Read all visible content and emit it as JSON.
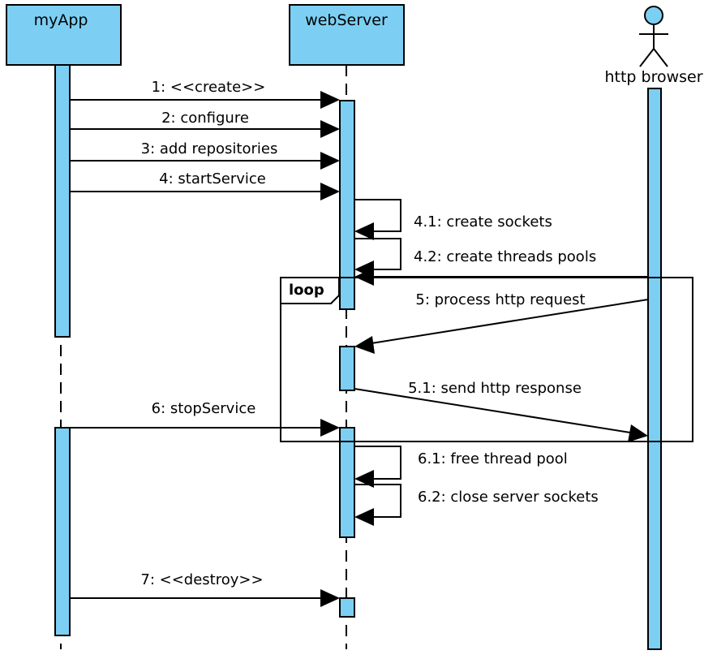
{
  "participants": {
    "myapp": "myApp",
    "webserver": "webServer",
    "browser": "http browser"
  },
  "messages": [
    {
      "id": "m1",
      "label": "1: <<create>>"
    },
    {
      "id": "m2",
      "label": "2: configure"
    },
    {
      "id": "m3",
      "label": "3: add repositories"
    },
    {
      "id": "m4",
      "label": "4: startService"
    },
    {
      "id": "m41",
      "label": "4.1: create sockets"
    },
    {
      "id": "m42",
      "label": "4.2: create threads pools"
    },
    {
      "id": "m5",
      "label": "5: process http request"
    },
    {
      "id": "m51",
      "label": "5.1: send http response"
    },
    {
      "id": "m6",
      "label": "6: stopService"
    },
    {
      "id": "m61",
      "label": "6.1: free thread pool"
    },
    {
      "id": "m62",
      "label": "6.2: close server sockets"
    },
    {
      "id": "m7",
      "label": "7: <<destroy>>"
    }
  ],
  "fragment": {
    "label": "loop"
  },
  "colors": {
    "participant_fill": "#7ccff3",
    "activation_fill": "#7ccff3",
    "line": "#000000",
    "background": "#ffffff"
  }
}
